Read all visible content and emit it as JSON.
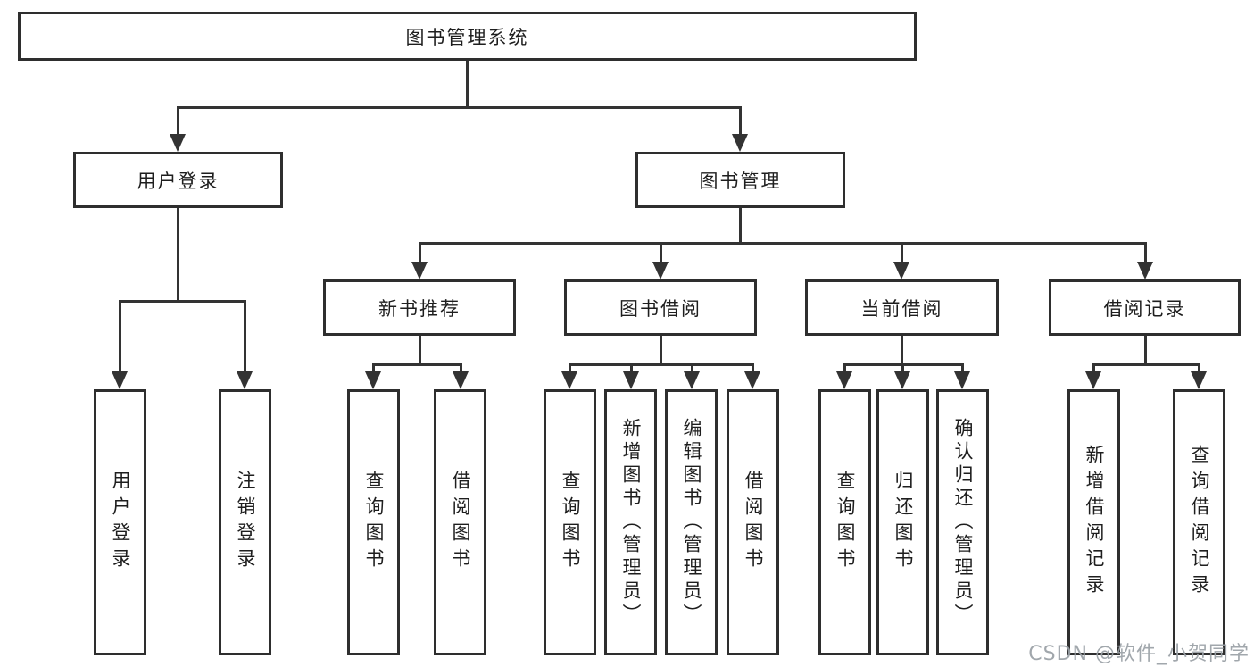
{
  "diagram": {
    "title_node": {
      "label": "图书管理系统"
    },
    "level2": {
      "user_login": {
        "label": "用户登录"
      },
      "book_management": {
        "label": "图书管理"
      }
    },
    "level3": {
      "new_book_recommend": {
        "label": "新书推荐"
      },
      "book_borrow": {
        "label": "图书借阅"
      },
      "current_borrow": {
        "label": "当前借阅"
      },
      "borrow_records": {
        "label": "借阅记录"
      }
    },
    "leaves": {
      "login": {
        "label": "用户登录"
      },
      "logout": {
        "label": "注销登录"
      },
      "nb_query": {
        "label": "查询图书"
      },
      "nb_borrow": {
        "label": "借阅图书"
      },
      "bb_query": {
        "label": "查询图书"
      },
      "bb_add": {
        "label": "新增图书（管理员）"
      },
      "bb_edit": {
        "label": "编辑图书（管理员）"
      },
      "bb_borrow": {
        "label": "借阅图书"
      },
      "cb_query": {
        "label": "查询图书"
      },
      "cb_return": {
        "label": "归还图书"
      },
      "cb_confirm": {
        "label": "确认归还（管理员）"
      },
      "br_add": {
        "label": "新增借阅记录"
      },
      "br_query": {
        "label": "查询借阅记录"
      }
    },
    "colors": {
      "line": "#333333",
      "box_border": "#2e2e2e",
      "text": "#1e1e1e",
      "watermark": "#9aa0a6",
      "background": "#ffffff"
    }
  },
  "watermark": {
    "text": "CSDN @软件_小贺同学"
  }
}
